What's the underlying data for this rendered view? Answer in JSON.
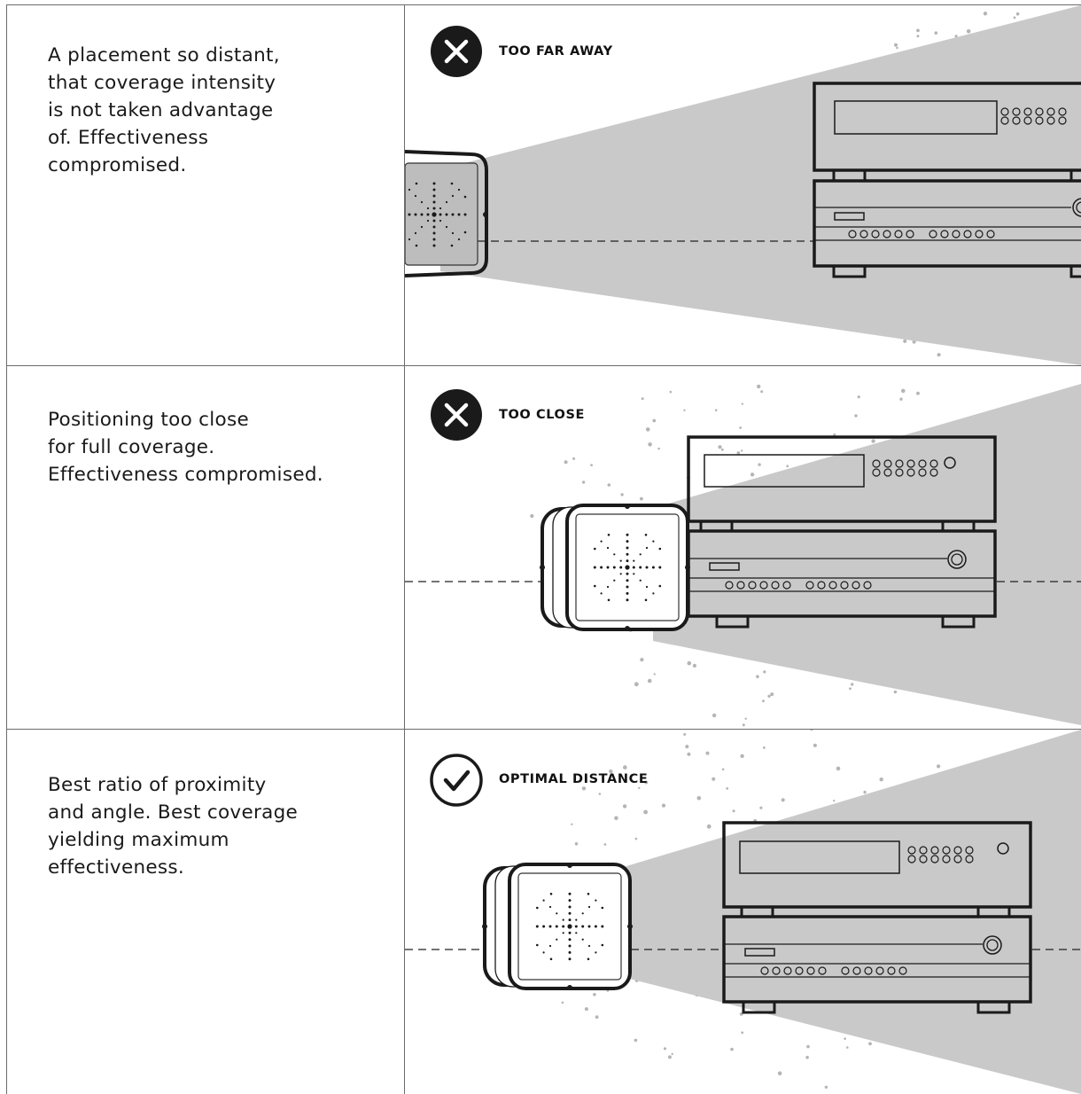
{
  "panels": [
    {
      "status": "bad",
      "status_icon": "x-circle-icon",
      "label": "TOO FAR AWAY",
      "description": "A placement so distant,\nthat coverage intensity\nis not taken advantage\nof. Effectiveness\ncompromised."
    },
    {
      "status": "bad",
      "status_icon": "x-circle-icon",
      "label": "TOO CLOSE",
      "description": "Positioning too close\nfor full coverage.\nEffectiveness compromised."
    },
    {
      "status": "good",
      "status_icon": "check-circle-icon",
      "label": "OPTIMAL DISTANCE",
      "description": "Best ratio of proximity\nand angle. Best coverage\nyielding maximum\neffectiveness."
    }
  ],
  "colors": {
    "beam": "#c9c9c9",
    "divider": "#6b6b6b",
    "dots": "#b5b5b5",
    "ink": "#1a1a1a"
  }
}
